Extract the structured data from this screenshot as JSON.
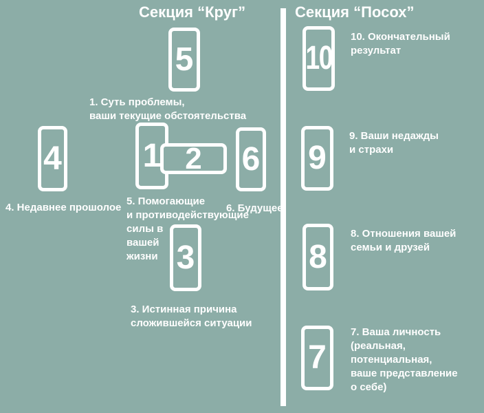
{
  "colors": {
    "background": "#8cada7",
    "card_outline": "#ffffff",
    "text": "#ffffff",
    "divider": "#ffffff"
  },
  "left_section": {
    "title": "Секция “Круг”",
    "cards": {
      "1": "1",
      "2": "2",
      "3": "3",
      "4": "4",
      "5": "5",
      "6": "6"
    },
    "labels": {
      "pos1": "1. Суть проблемы,\nваши текущие обстоятельства",
      "pos3": "3. Истинная причина\nсложившейся ситуации",
      "pos4": "4. Недавнее прошолое",
      "pos5": "5. Помогающие\nи противодействующие\nсилы в\nвашей\nжизни",
      "pos6": "6. Будущее"
    }
  },
  "right_section": {
    "title": "Секция “Посох”",
    "cards": {
      "7": "7",
      "8": "8",
      "9": "9",
      "10": "10"
    },
    "labels": {
      "pos7": "7. Ваша личность\n(реальная, потенциальная,\nваше представление\nо себе)",
      "pos8": "8. Отношения вашей\nсемьи и друзей",
      "pos9": "9. Ваши недажды\nи страхи",
      "pos10": "10. Окончательный\nрезультат"
    }
  }
}
